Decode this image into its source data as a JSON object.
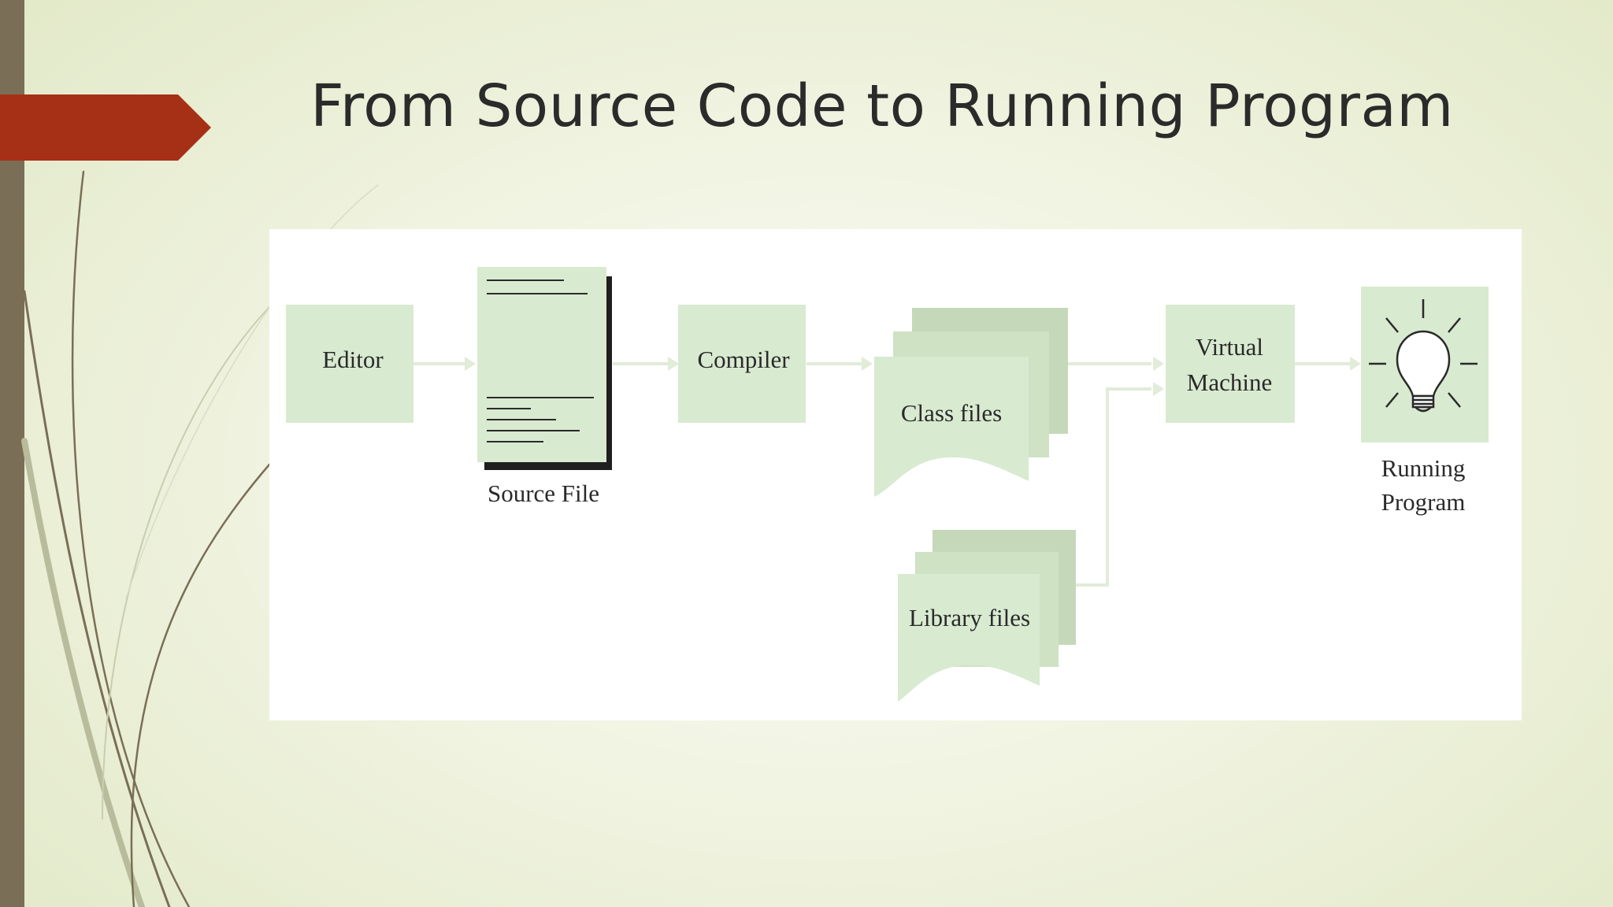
{
  "slide": {
    "title": "From Source Code to Running Program"
  },
  "diagram": {
    "nodes": {
      "editor": "Editor",
      "source_file": "Source File",
      "compiler": "Compiler",
      "class_files": "Class files",
      "library_files": "Library files",
      "vm_line1": "Virtual",
      "vm_line2": "Machine",
      "running_line1": "Running",
      "running_line2": "Program"
    },
    "edges": [
      {
        "from": "editor",
        "to": "source_file"
      },
      {
        "from": "source_file",
        "to": "compiler"
      },
      {
        "from": "compiler",
        "to": "class_files"
      },
      {
        "from": "class_files",
        "to": "virtual_machine"
      },
      {
        "from": "library_files",
        "to": "virtual_machine"
      },
      {
        "from": "virtual_machine",
        "to": "running_program"
      }
    ],
    "colors": {
      "box_fill": "#d8ead0",
      "box_fill_dark": "#c5d8b9",
      "arrow": "#e1ecd9",
      "accent_red": "#a63016",
      "bar": "#7a6e56"
    },
    "icons": {
      "running_program": "lightbulb-icon"
    }
  }
}
